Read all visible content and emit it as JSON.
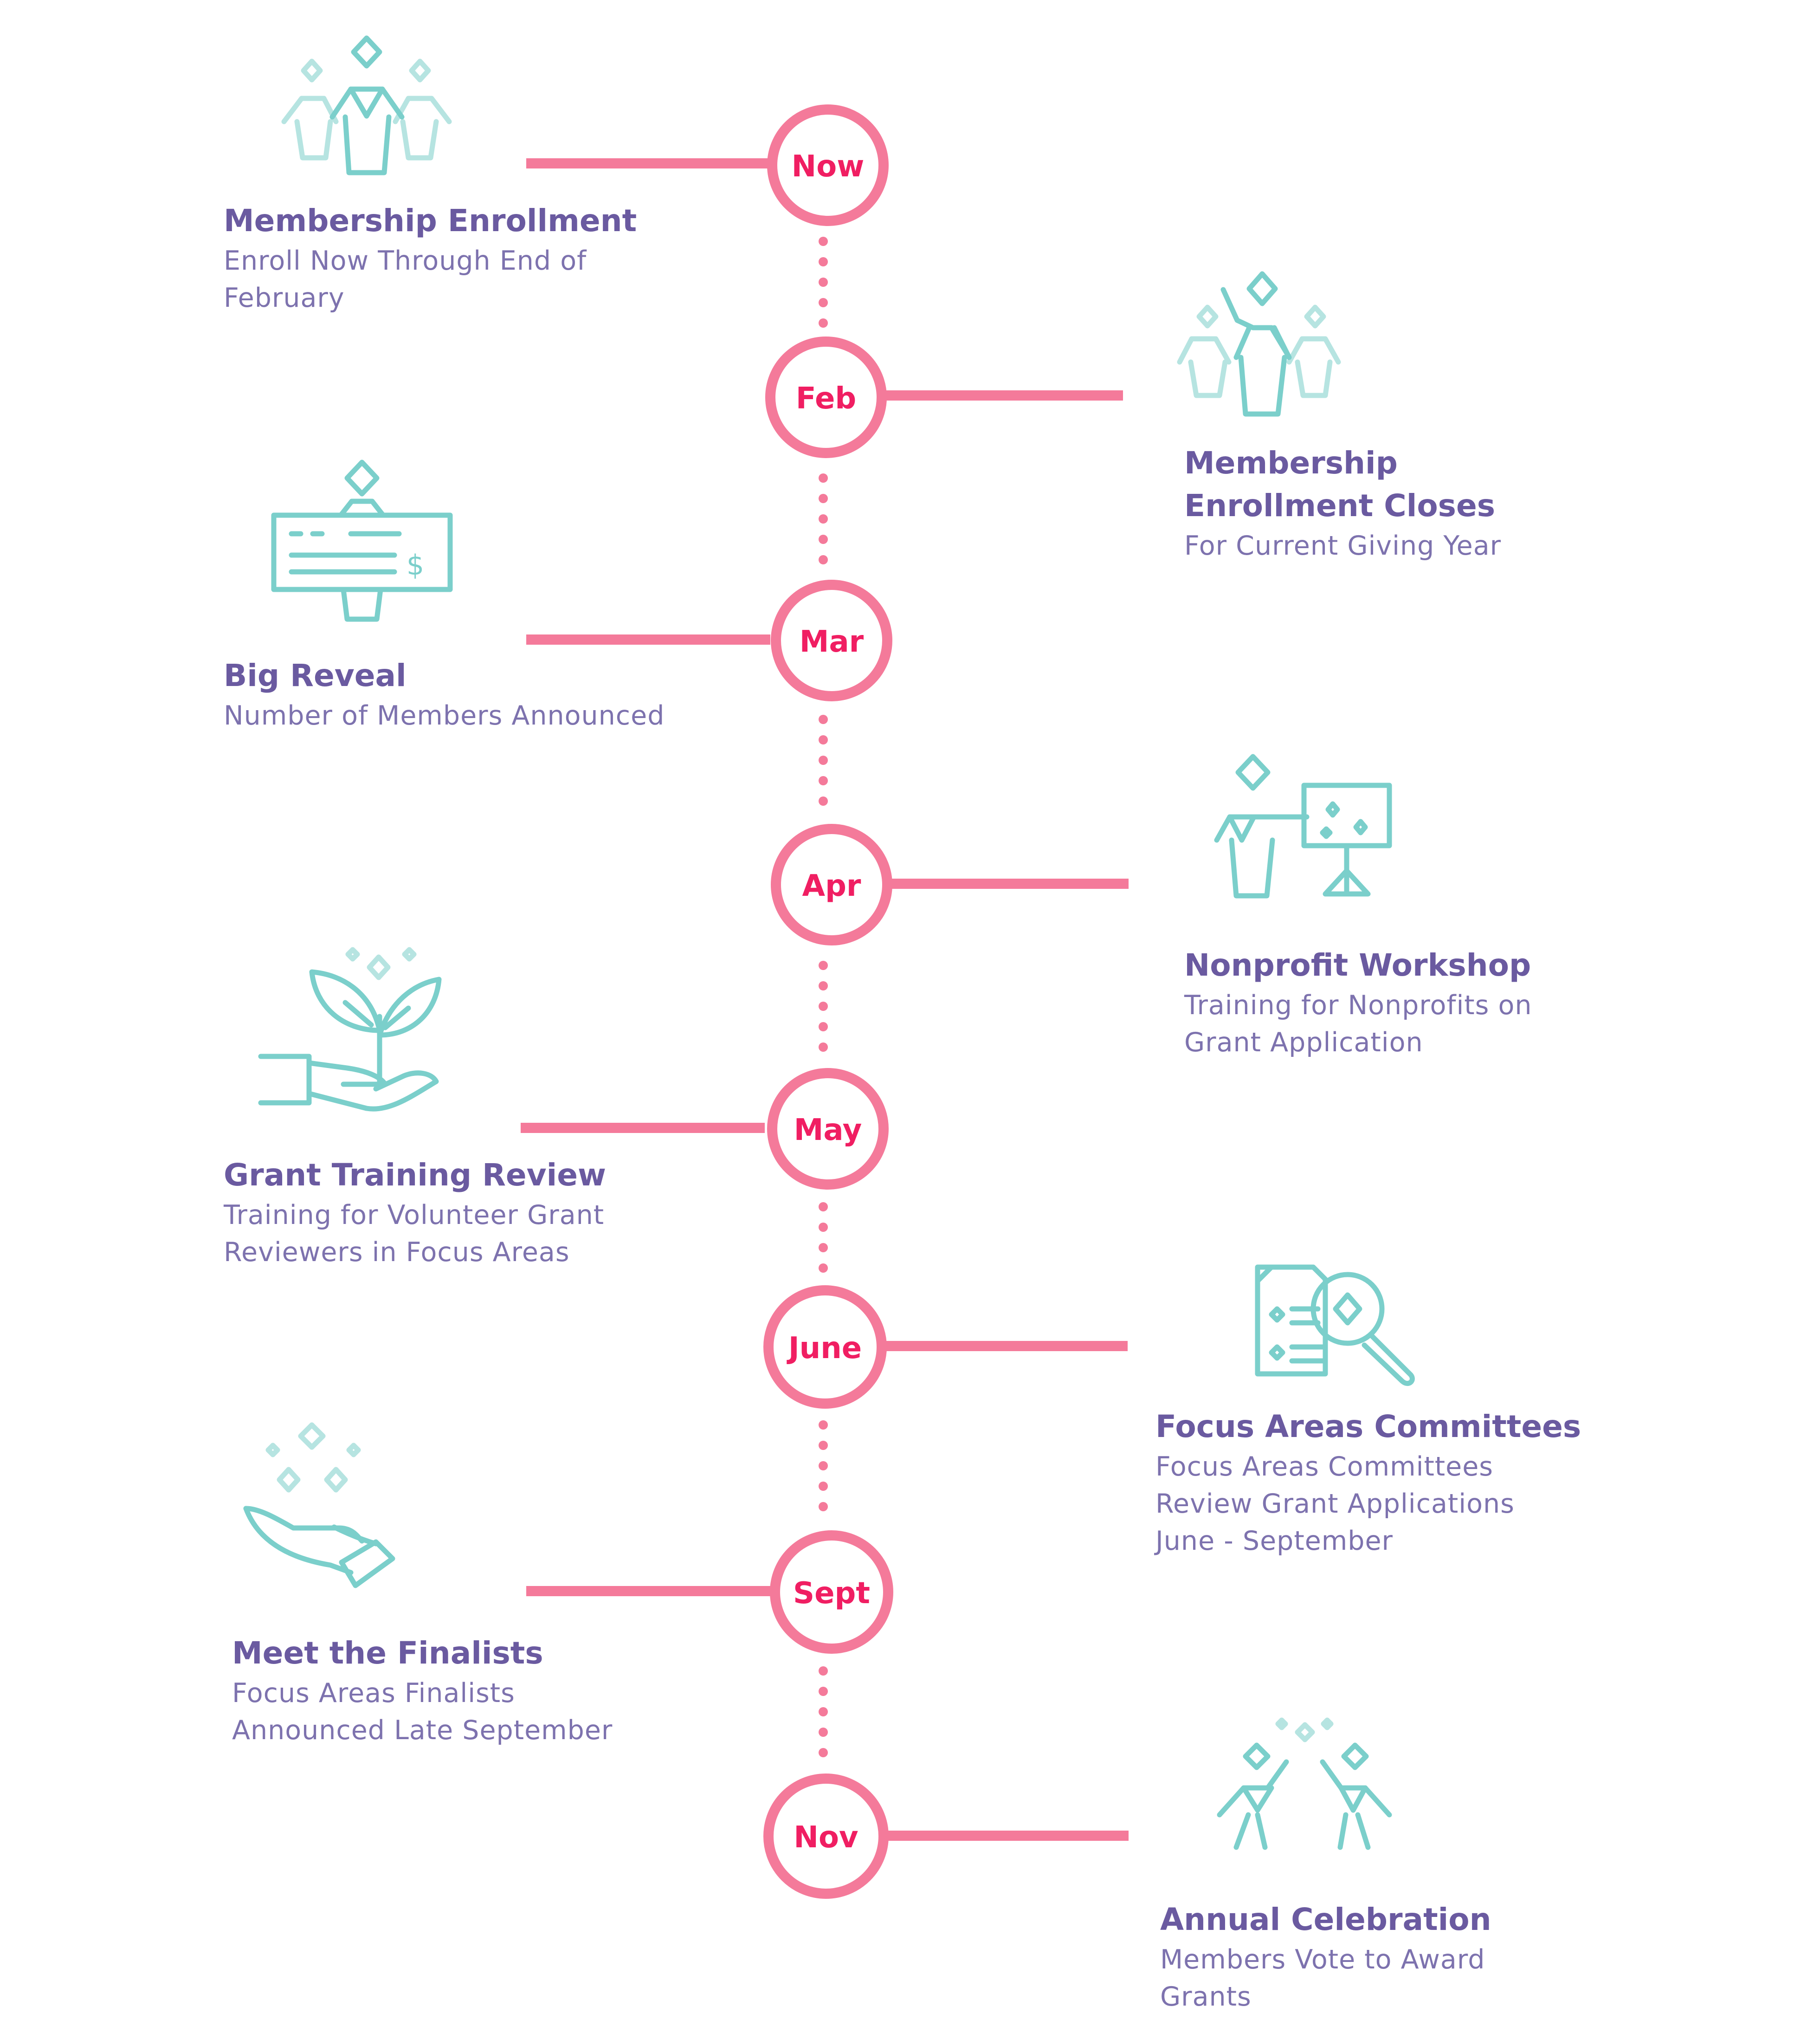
{
  "colors": {
    "accent_pink": "#f47a9a",
    "label_pink": "#f01e62",
    "title_purple": "#6a5aa0",
    "desc_purple": "#7d72ae",
    "icon_teal": "#7bcfcb"
  },
  "timeline": [
    {
      "label": "Now",
      "side": "left",
      "icon": "sparkling-group-icon",
      "title": "Membership Enrollment",
      "desc": [
        "Enroll Now Through End of",
        "February"
      ]
    },
    {
      "label": "Feb",
      "side": "right",
      "icon": "group-cheer-icon",
      "title": "Membership Enrollment Closes",
      "title_lines": [
        "Membership",
        "Enrollment Closes"
      ],
      "desc": [
        "For Current Giving Year"
      ]
    },
    {
      "label": "Mar",
      "side": "left",
      "icon": "check-reveal-icon",
      "title": "Big Reveal",
      "desc": [
        "Number of Members Announced"
      ]
    },
    {
      "label": "Apr",
      "side": "right",
      "icon": "presentation-icon",
      "title": "Nonprofit Workshop",
      "desc": [
        "Training for Nonprofits on",
        "Grant Application"
      ]
    },
    {
      "label": "May",
      "side": "left",
      "icon": "hand-plant-icon",
      "title": "Grant Training Review",
      "desc": [
        "Training for Volunteer Grant",
        "Reviewers in Focus Areas"
      ]
    },
    {
      "label": "June",
      "side": "right",
      "icon": "document-search-icon",
      "title": "Focus Areas Committees",
      "desc": [
        "Focus Areas Committees",
        "Review Grant Applications",
        "June - September"
      ]
    },
    {
      "label": "Sept",
      "side": "left",
      "icon": "hand-sparkles-icon",
      "title": "Meet the Finalists",
      "desc": [
        "Focus Areas Finalists",
        "Announced Late September"
      ]
    },
    {
      "label": "Nov",
      "side": "right",
      "icon": "celebration-icon",
      "title": "Annual Celebration",
      "desc": [
        "Members Vote to Award",
        "Grants"
      ]
    }
  ]
}
